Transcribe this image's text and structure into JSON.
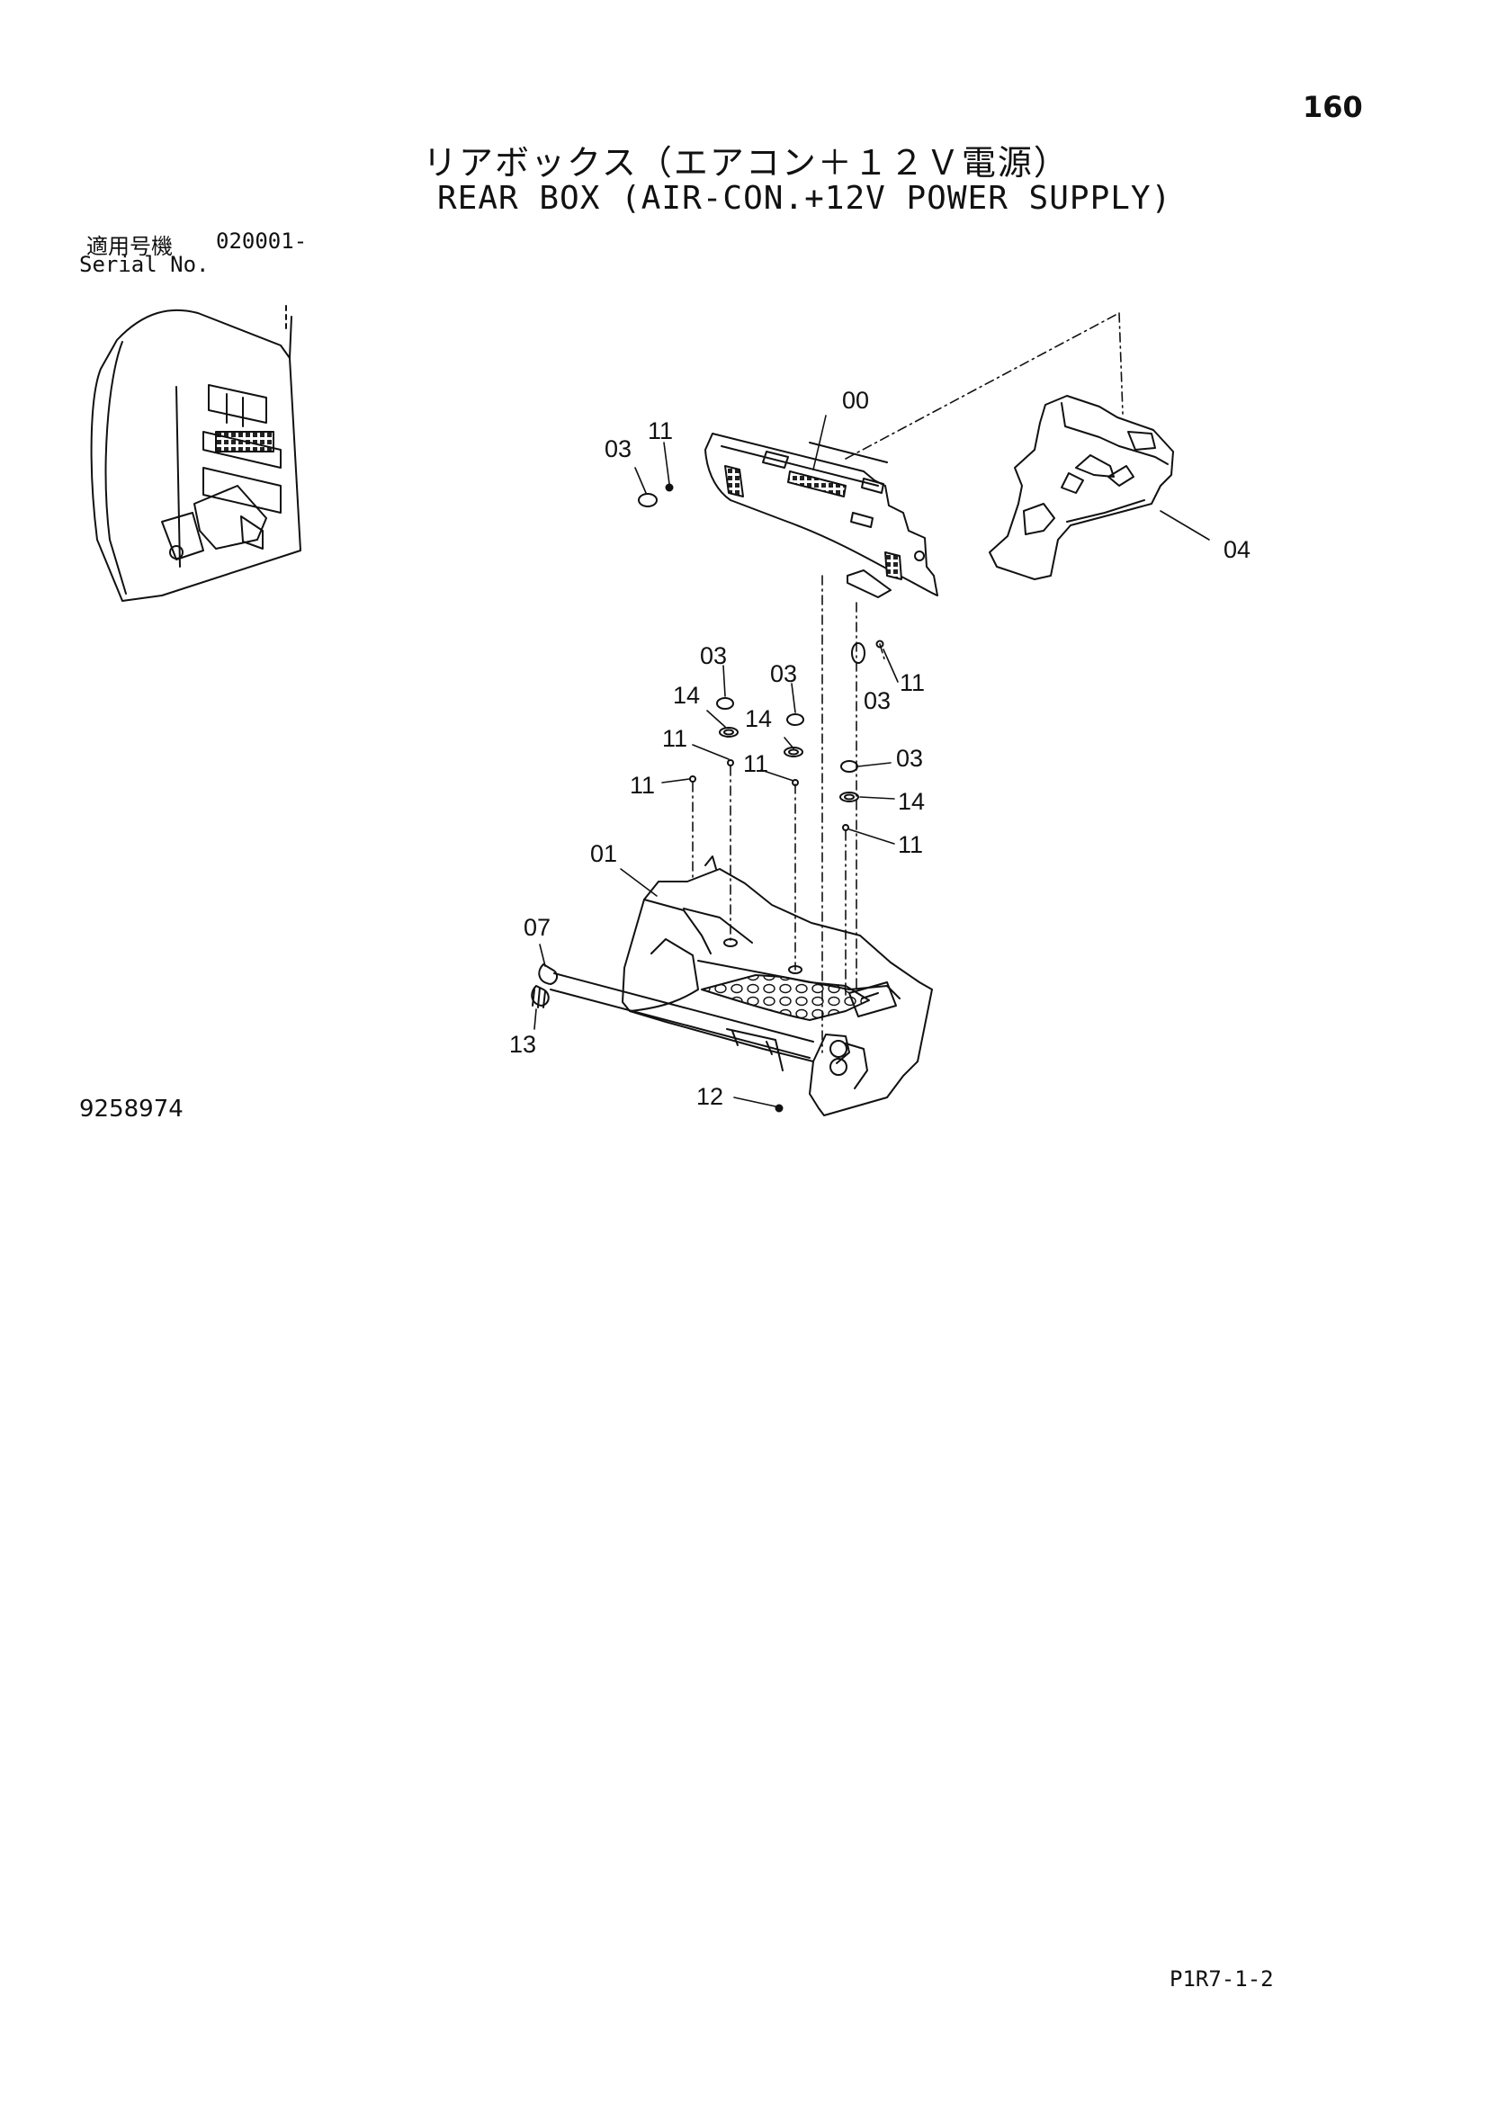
{
  "header": {
    "page_number": "160",
    "title_jp": "リアボックス（エアコン＋１２Ｖ電源）",
    "title_en": "REAR BOX (AIR-CON.+12V POWER SUPPLY)"
  },
  "applicability": {
    "label_jp": "適用号機",
    "serial_from": "020001-",
    "label_en": "Serial No."
  },
  "drawing_number": "9258974",
  "sheet_code": "P1R7-1-2",
  "callouts": {
    "c00": "00",
    "c01": "01",
    "c03a": "03",
    "c03b": "03",
    "c03c": "03",
    "c03d": "03",
    "c03e": "03",
    "c04": "04",
    "c07": "07",
    "c11a": "11",
    "c11b": "11",
    "c11c": "11",
    "c11d": "11",
    "c11e": "11",
    "c11f": "11",
    "c12": "12",
    "c13": "13",
    "c14a": "14",
    "c14b": "14",
    "c14c": "14"
  }
}
